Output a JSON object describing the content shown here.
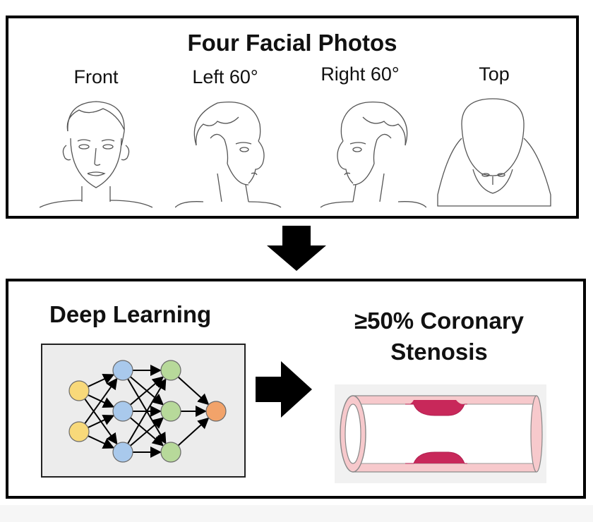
{
  "top": {
    "title": "Four Facial Photos",
    "views": [
      {
        "label": "Front"
      },
      {
        "label": "Left 60°"
      },
      {
        "label": "Right 60°"
      },
      {
        "label": "Top"
      }
    ]
  },
  "bottom": {
    "left_title": "Deep Learning",
    "right_title_line1": "≥50% Coronary",
    "right_title_line2": "Stenosis"
  },
  "network": {
    "layers": [
      2,
      3,
      3,
      1
    ],
    "colors": [
      "#f8d97a",
      "#a9c9ec",
      "#b7d99a",
      "#f2a36a"
    ]
  },
  "colors": {
    "vessel_outer": "#f7c9cc",
    "plaque": "#c8285a",
    "nn_background": "#ececec"
  }
}
